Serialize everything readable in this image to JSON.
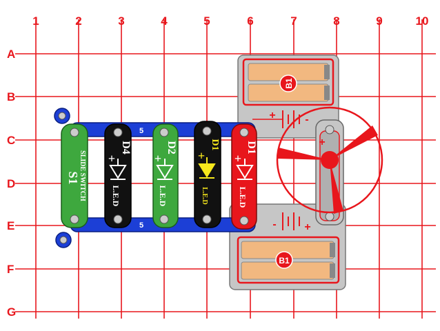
{
  "grid": {
    "columns": [
      "1",
      "2",
      "3",
      "4",
      "5",
      "6",
      "7",
      "8",
      "9",
      "10"
    ],
    "rows": [
      "A",
      "B",
      "C",
      "D",
      "E",
      "F",
      "G"
    ]
  },
  "colors": {
    "grid": "#e8161c",
    "wire": "#1c3fd6",
    "switch": "#3ea83e",
    "led_white": "#111111",
    "led_green": "#3ea83e",
    "led_yellow": "#f7e81c",
    "led_red": "#e8161c",
    "battery_holder": "#c6c6c6",
    "battery_cell": "#f2b880"
  },
  "wires": {
    "top_label": "5",
    "bottom_label": "5"
  },
  "switch": {
    "id": "S1",
    "text": "SLIDE SWITCH"
  },
  "leds": [
    {
      "id": "D4",
      "color": "white",
      "text": "L.E.D",
      "plus": "+"
    },
    {
      "id": "D2",
      "color": "green",
      "text": "L.E.D",
      "plus": "+"
    },
    {
      "id": "D1",
      "color": "yellow",
      "text": "L.E.D",
      "plus": "+"
    },
    {
      "id": "D1",
      "color": "red",
      "text": "L.E.D",
      "plus": "+"
    }
  ],
  "batteries": [
    {
      "id": "B1",
      "plus": "+",
      "minus": "-"
    },
    {
      "id": "B1",
      "plus": "+",
      "minus": "-"
    }
  ],
  "motor": {
    "plus": "+",
    "icon": "fan-blade-icon"
  }
}
